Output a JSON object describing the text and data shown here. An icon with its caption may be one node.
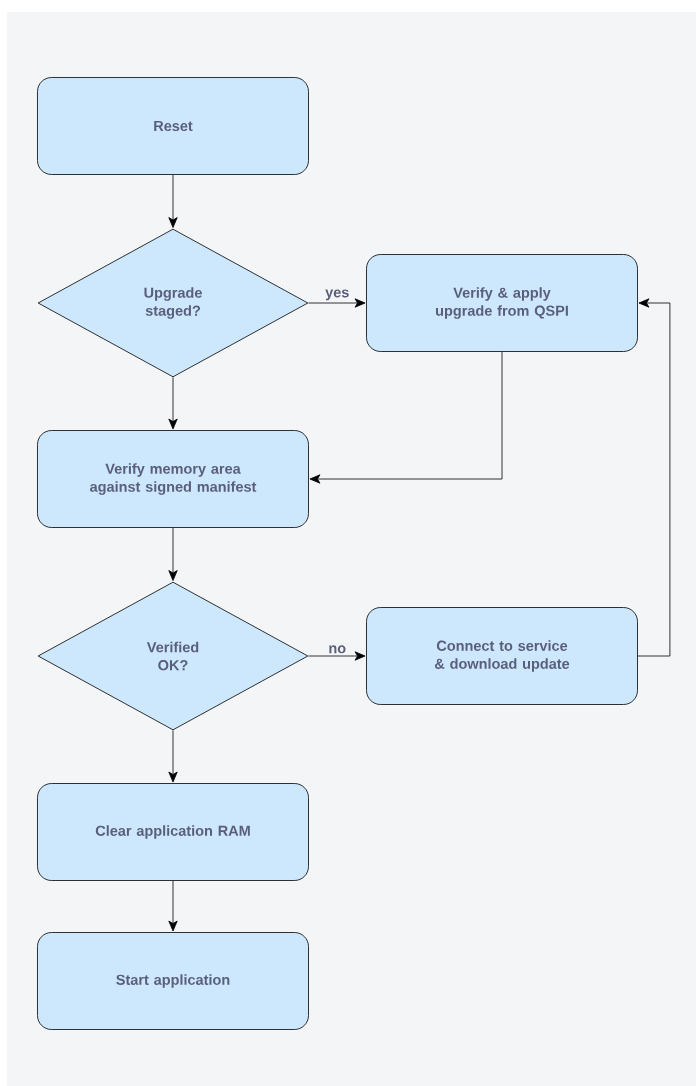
{
  "diagram": {
    "nodes": [
      {
        "text": [
          "Reset"
        ]
      },
      {
        "text": [
          "Upgrade staged?"
        ]
      },
      {
        "text": [
          "Verify & apply upgrade from QSPI"
        ]
      },
      {
        "text": [
          "Verify memory area against signed manifest"
        ]
      },
      {
        "text": [
          "Verified OK?"
        ]
      },
      {
        "text": [
          "Connect to service & download update"
        ]
      },
      {
        "text": [
          "Clear application RAM"
        ]
      },
      {
        "text": [
          "Start application"
        ]
      }
    ],
    "edges": [
      {
        "from": 0,
        "to": 1,
        "arrow": "to"
      },
      {
        "from": 1,
        "to": 2,
        "arrow": "to",
        "label": "yes"
      },
      {
        "from": 1,
        "to": 3,
        "arrow": "to"
      },
      {
        "from": 2,
        "to": 3,
        "arrow": "to"
      },
      {
        "from": 3,
        "to": 4,
        "arrow": "to"
      },
      {
        "from": 4,
        "to": 5,
        "arrow": "to",
        "label": "no"
      },
      {
        "from": 5,
        "to": 2,
        "arrow": "to"
      },
      {
        "from": 4,
        "to": 6,
        "arrow": "to"
      },
      {
        "from": 6,
        "to": 7,
        "arrow": "to"
      }
    ]
  }
}
